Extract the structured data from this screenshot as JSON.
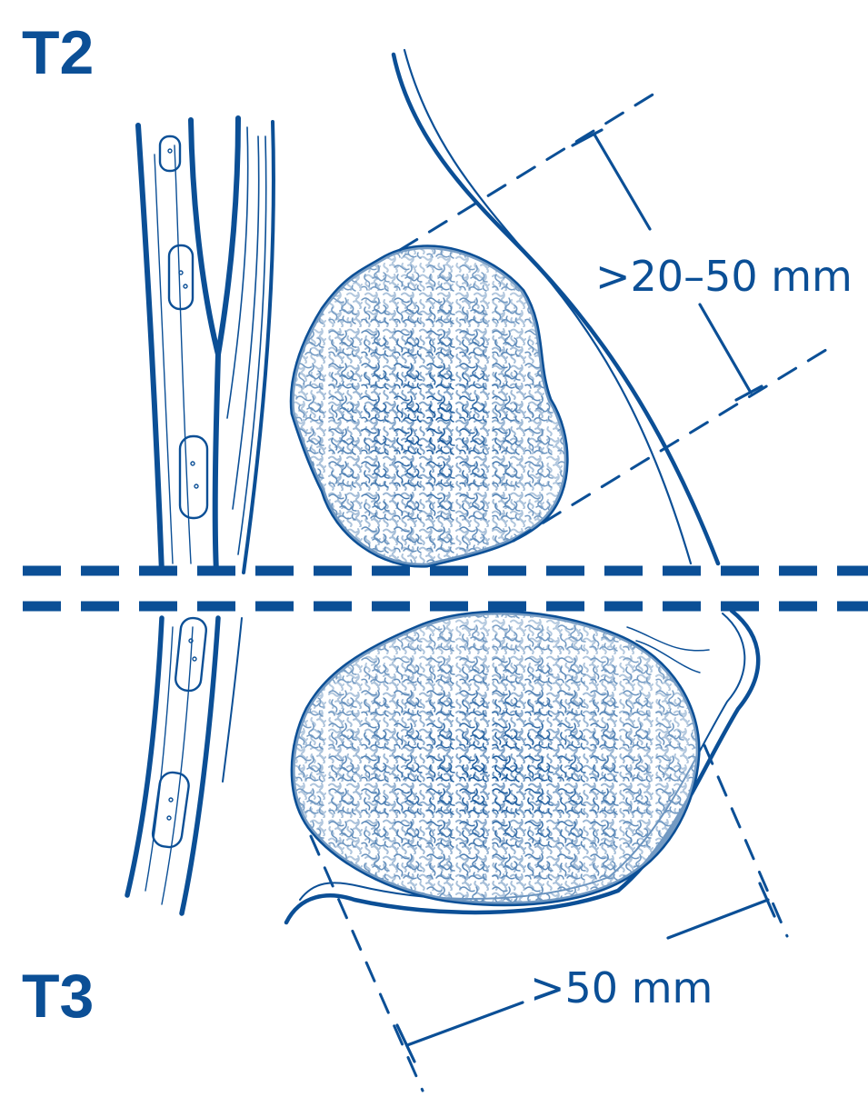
{
  "colors": {
    "ink": "#0b4f96",
    "paper": "#ffffff"
  },
  "panels": [
    {
      "stage": "T2",
      "measurement": ">20–50 mm"
    },
    {
      "stage": "T3",
      "measurement": ">50 mm"
    }
  ]
}
